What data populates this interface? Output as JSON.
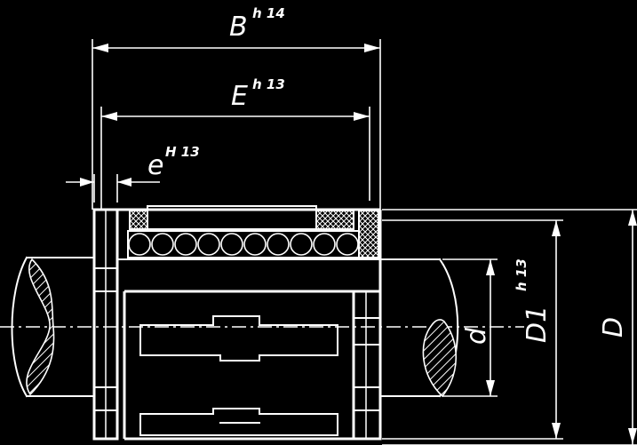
{
  "colors": {
    "background": "#000000",
    "ink": "#ffffff"
  },
  "dimensions": {
    "B": {
      "symbol": "B",
      "tolerance": "h 14"
    },
    "E": {
      "symbol": "E",
      "tolerance": "h 13"
    },
    "e": {
      "symbol": "e",
      "tolerance": "H 13"
    },
    "d": {
      "symbol": "d"
    },
    "D1": {
      "symbol": "D1",
      "tolerance": "h 13"
    },
    "D": {
      "symbol": "D"
    }
  },
  "components": {
    "ball_count": 10
  }
}
